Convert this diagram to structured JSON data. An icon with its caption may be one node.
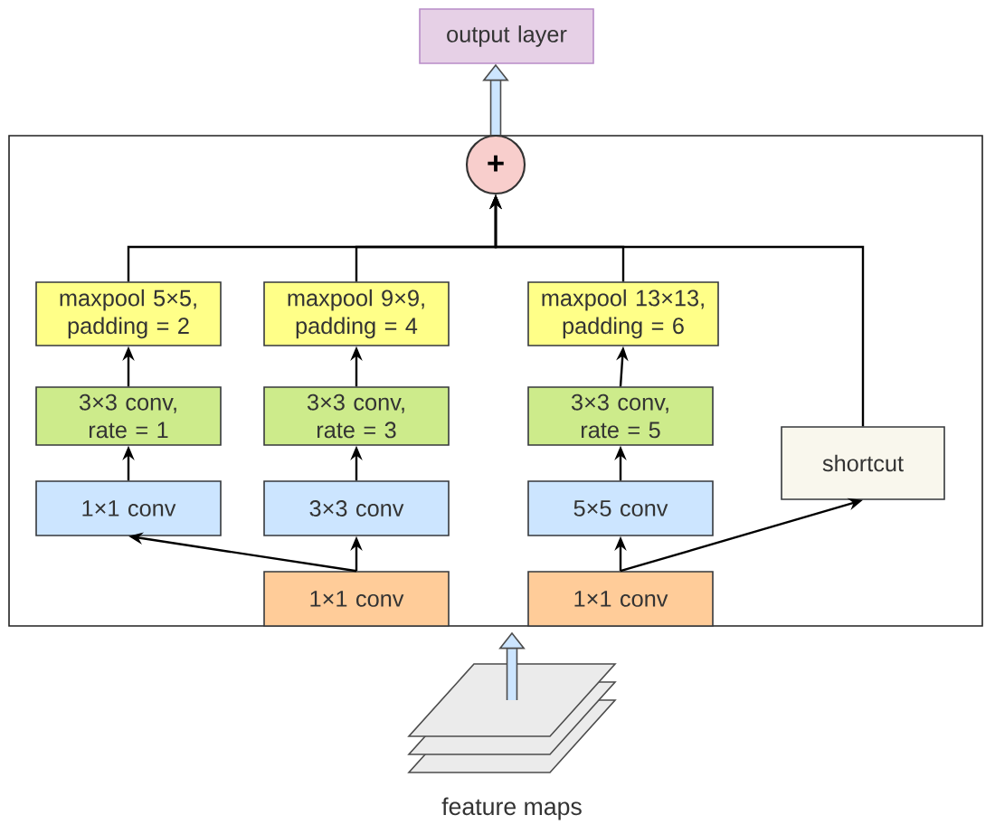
{
  "diagram": {
    "nodes": [
      {
        "text": [
          "output layer"
        ]
      },
      {
        "text": [],
        "shape": "box"
      },
      {
        "text": [
          "+"
        ],
        "in": 1
      },
      {
        "text": [
          "maxpool 5×5, padding = 2"
        ],
        "in": 1
      },
      {
        "text": [
          "maxpool 9×9, padding = 4"
        ],
        "in": 1
      },
      {
        "text": [
          "maxpool 13×13, padding = 6"
        ],
        "in": 1
      },
      {
        "text": [
          "3×3 conv, rate = 1"
        ],
        "in": 1
      },
      {
        "text": [
          "3×3 conv, rate = 3"
        ],
        "in": 1
      },
      {
        "text": [
          "3×3 conv, rate = 5"
        ],
        "in": 1
      },
      {
        "text": [
          "shortcut"
        ],
        "in": 1
      },
      {
        "text": [
          "1×1 conv"
        ],
        "in": 1
      },
      {
        "text": [
          "3×3 conv"
        ],
        "in": 1
      },
      {
        "text": [
          "5×5 conv"
        ],
        "in": 1
      },
      {
        "text": [
          "1×1 conv"
        ],
        "in": 1
      },
      {
        "text": [
          "1×1 conv"
        ],
        "in": 1
      },
      {
        "text": [
          "feature maps"
        ]
      }
    ],
    "edges": [
      {
        "from": 15,
        "to": 1,
        "arrow": "to",
        "style": "thick"
      },
      {
        "from": 13,
        "to": 10,
        "arrow": "to"
      },
      {
        "from": 13,
        "to": 11,
        "arrow": "to"
      },
      {
        "from": 14,
        "to": 12,
        "arrow": "to"
      },
      {
        "from": 14,
        "to": 9,
        "arrow": "to"
      },
      {
        "from": 10,
        "to": 6,
        "arrow": "to"
      },
      {
        "from": 11,
        "to": 7,
        "arrow": "to"
      },
      {
        "from": 12,
        "to": 8,
        "arrow": "to"
      },
      {
        "from": 6,
        "to": 3,
        "arrow": "to"
      },
      {
        "from": 7,
        "to": 4,
        "arrow": "to"
      },
      {
        "from": 8,
        "to": 5,
        "arrow": "to"
      },
      {
        "from": 3,
        "to": 2,
        "arrow": "to"
      },
      {
        "from": 4,
        "to": 2,
        "arrow": "to"
      },
      {
        "from": 5,
        "to": 2,
        "arrow": "to"
      },
      {
        "from": 9,
        "to": 2,
        "arrow": "to"
      },
      {
        "from": 2,
        "to": 0,
        "arrow": "to",
        "style": "thick"
      }
    ]
  }
}
